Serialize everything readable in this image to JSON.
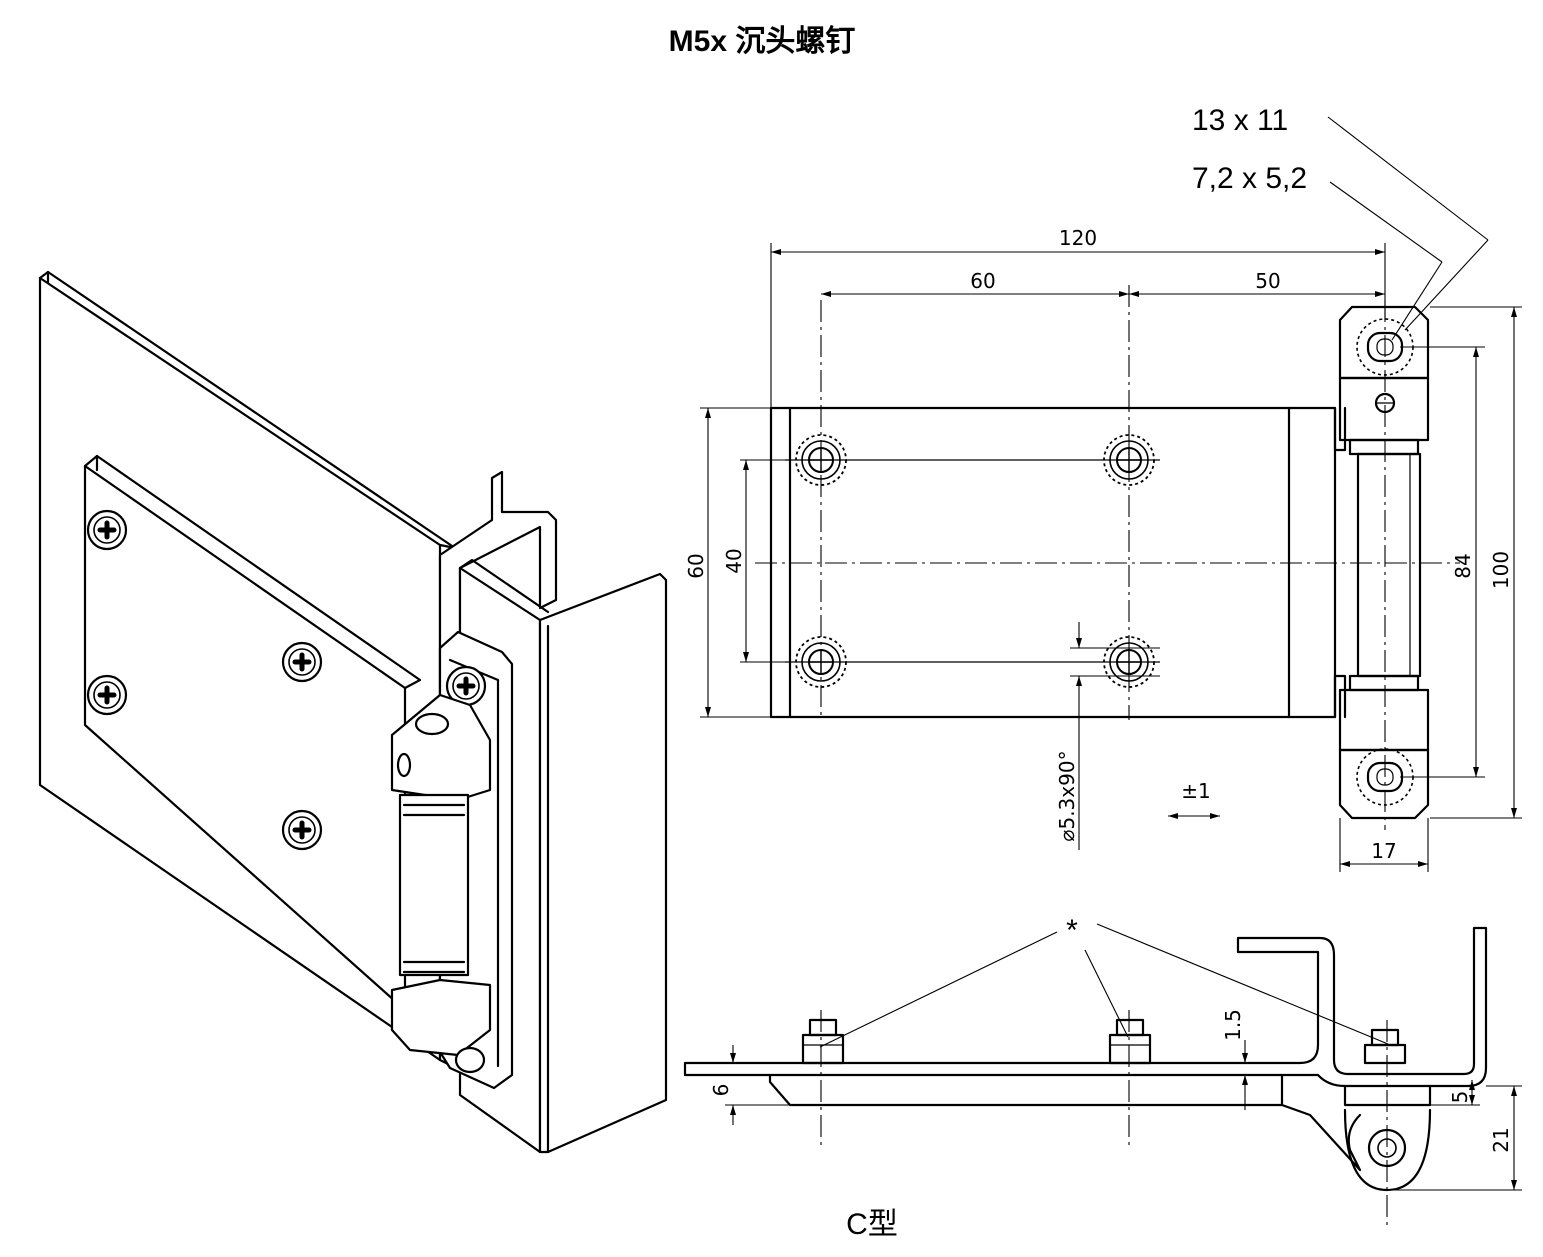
{
  "title": "M5x 沉头螺钉",
  "caption": "C型",
  "callouts": {
    "slot_outer": "13 x 11",
    "slot_inner": "7,2 x 5,2",
    "asterisk": "*"
  },
  "dimensions": {
    "overall_length": "120",
    "hole_spacing_left": "60",
    "hole_spacing_right": "50",
    "plate_height": "60",
    "hole_spacing_vertical": "40",
    "slot_spacing": "84",
    "overall_height": "100",
    "hinge_width": "17",
    "countersink": "⌀5.3x90°",
    "adjustment": "±1",
    "thickness_top": "1.5",
    "thickness_plate": "6",
    "offset_5": "5",
    "offset_21": "21"
  }
}
